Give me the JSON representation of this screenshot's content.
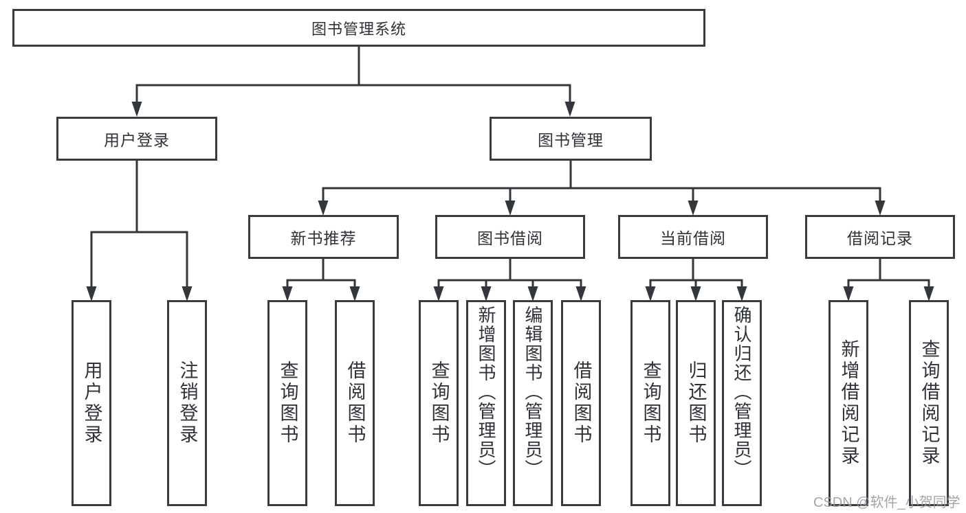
{
  "colors": {
    "line": "#33363b",
    "box_border": "#383b40",
    "text": "#2f3237",
    "watermark": "#9b9ba0",
    "background": "#ffffff"
  },
  "watermark": {
    "text": "CSDN @软件_小贺同学"
  },
  "tree": {
    "root": {
      "label": "图书管理系统"
    },
    "branches": [
      {
        "label": "用户登录",
        "children": [
          {
            "label": "用户登录"
          },
          {
            "label": "注销登录"
          }
        ]
      },
      {
        "label": "图书管理",
        "children": [
          {
            "label": "新书推荐",
            "children": [
              {
                "label": "查询图书"
              },
              {
                "label": "借阅图书"
              }
            ]
          },
          {
            "label": "图书借阅",
            "children": [
              {
                "label": "查询图书"
              },
              {
                "label": "新增图书（管理员）"
              },
              {
                "label": "编辑图书（管理员）"
              },
              {
                "label": "借阅图书"
              }
            ]
          },
          {
            "label": "当前借阅",
            "children": [
              {
                "label": "查询图书"
              },
              {
                "label": "归还图书"
              },
              {
                "label": "确认归还（管理员）"
              }
            ]
          },
          {
            "label": "借阅记录",
            "children": [
              {
                "label": "新增借阅记录"
              },
              {
                "label": "查询借阅记录"
              }
            ]
          }
        ]
      }
    ]
  }
}
